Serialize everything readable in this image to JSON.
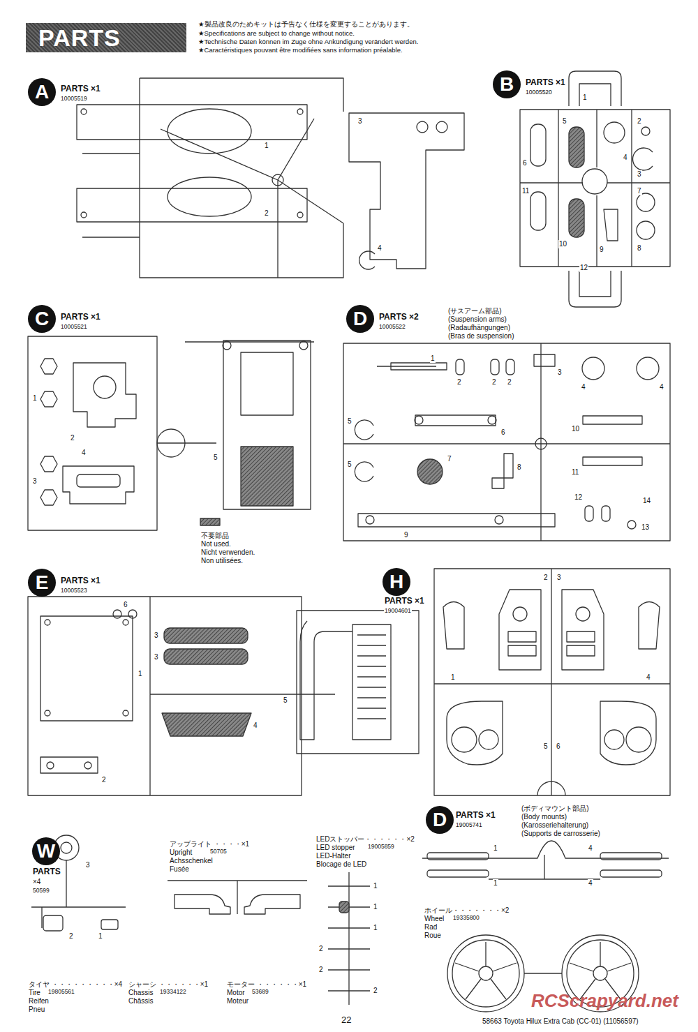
{
  "diagram": {
    "title": "PARTS",
    "nodes": [
      {
        "text": [
          "A"
        ]
      },
      {
        "text": [
          "B"
        ]
      },
      {
        "text": [
          "C"
        ]
      },
      {
        "text": [
          "D"
        ]
      },
      {
        "text": [
          "E"
        ]
      },
      {
        "text": [
          "H"
        ]
      },
      {
        "text": [
          "W"
        ]
      },
      {
        "text": [
          "D"
        ]
      }
    ],
    "labels": [
      "★製品改良のためキットは予告なく仕様を変更することがあります。",
      "★Specifications are subject to change without notice.",
      "★Technische Daten können im Zuge ohne Ankündigung verändert werden.",
      "★Caractéristiques pouvant être modifiées sans information préalable.",
      "PARTS ×1",
      "10005519",
      "1",
      "2",
      "3",
      "4",
      "PARTS ×1",
      "10005520",
      "1",
      "5",
      "2",
      "6",
      "4",
      "3",
      "11",
      "7",
      "10",
      "9",
      "8",
      "12",
      "PARTS ×1",
      "10005521",
      "1",
      "2",
      "4",
      "3",
      "5",
      "不要部品",
      "Not used.",
      "Nicht verwenden.",
      "Non utilisées.",
      "PARTS ×2",
      "10005522",
      "(サスアーム部品)",
      "(Suspension arms)",
      "(Radaufhängungen)",
      "(Bras de suspension)",
      "1",
      "2",
      "2",
      "2",
      "3",
      "4",
      "4",
      "5",
      "6",
      "10",
      "7",
      "5",
      "8",
      "11",
      "12",
      "14",
      "13",
      "9",
      "PARTS ×1",
      "10005523",
      "6",
      "3",
      "3",
      "1",
      "5",
      "4",
      "2",
      "PARTS ×1",
      "19004601",
      "2",
      "3",
      "1",
      "4",
      "5",
      "6",
      "PARTS",
      "×4",
      "50599",
      "3",
      "2",
      "1",
      "アップライト ・・・・×1",
      "Upright",
      "50705",
      "Achsschenkel",
      "Fusée",
      "LEDストッパー・・・・・・×2",
      "LED stopper",
      "19005859",
      "LED-Halter",
      "Blocage de LED",
      "1",
      "1",
      "1",
      "2",
      "2",
      "2",
      "PARTS ×1",
      "19005741",
      "(ボディマウント部品)",
      "(Body mounts)",
      "(Karosseriehalterung)",
      "(Supports de carrosserie)",
      "1",
      "1",
      "4",
      "4",
      "ホイール・・・・・・・×2",
      "Wheel",
      "19335800",
      "Rad",
      "Roue",
      "タイヤ ・・・・・・・・・×4",
      "Tire",
      "19805561",
      "Reifen",
      "Pneu",
      "シャーシ ・・・・・・×1",
      "Chassis",
      "19334122",
      "Châssis",
      "モーター ・・・・・・×1",
      "Motor",
      "53689",
      "Moteur",
      "22",
      "58663 Toyota Hilux Extra Cab (CC-01) (11056597)",
      "RCScrapyard.net"
    ]
  }
}
